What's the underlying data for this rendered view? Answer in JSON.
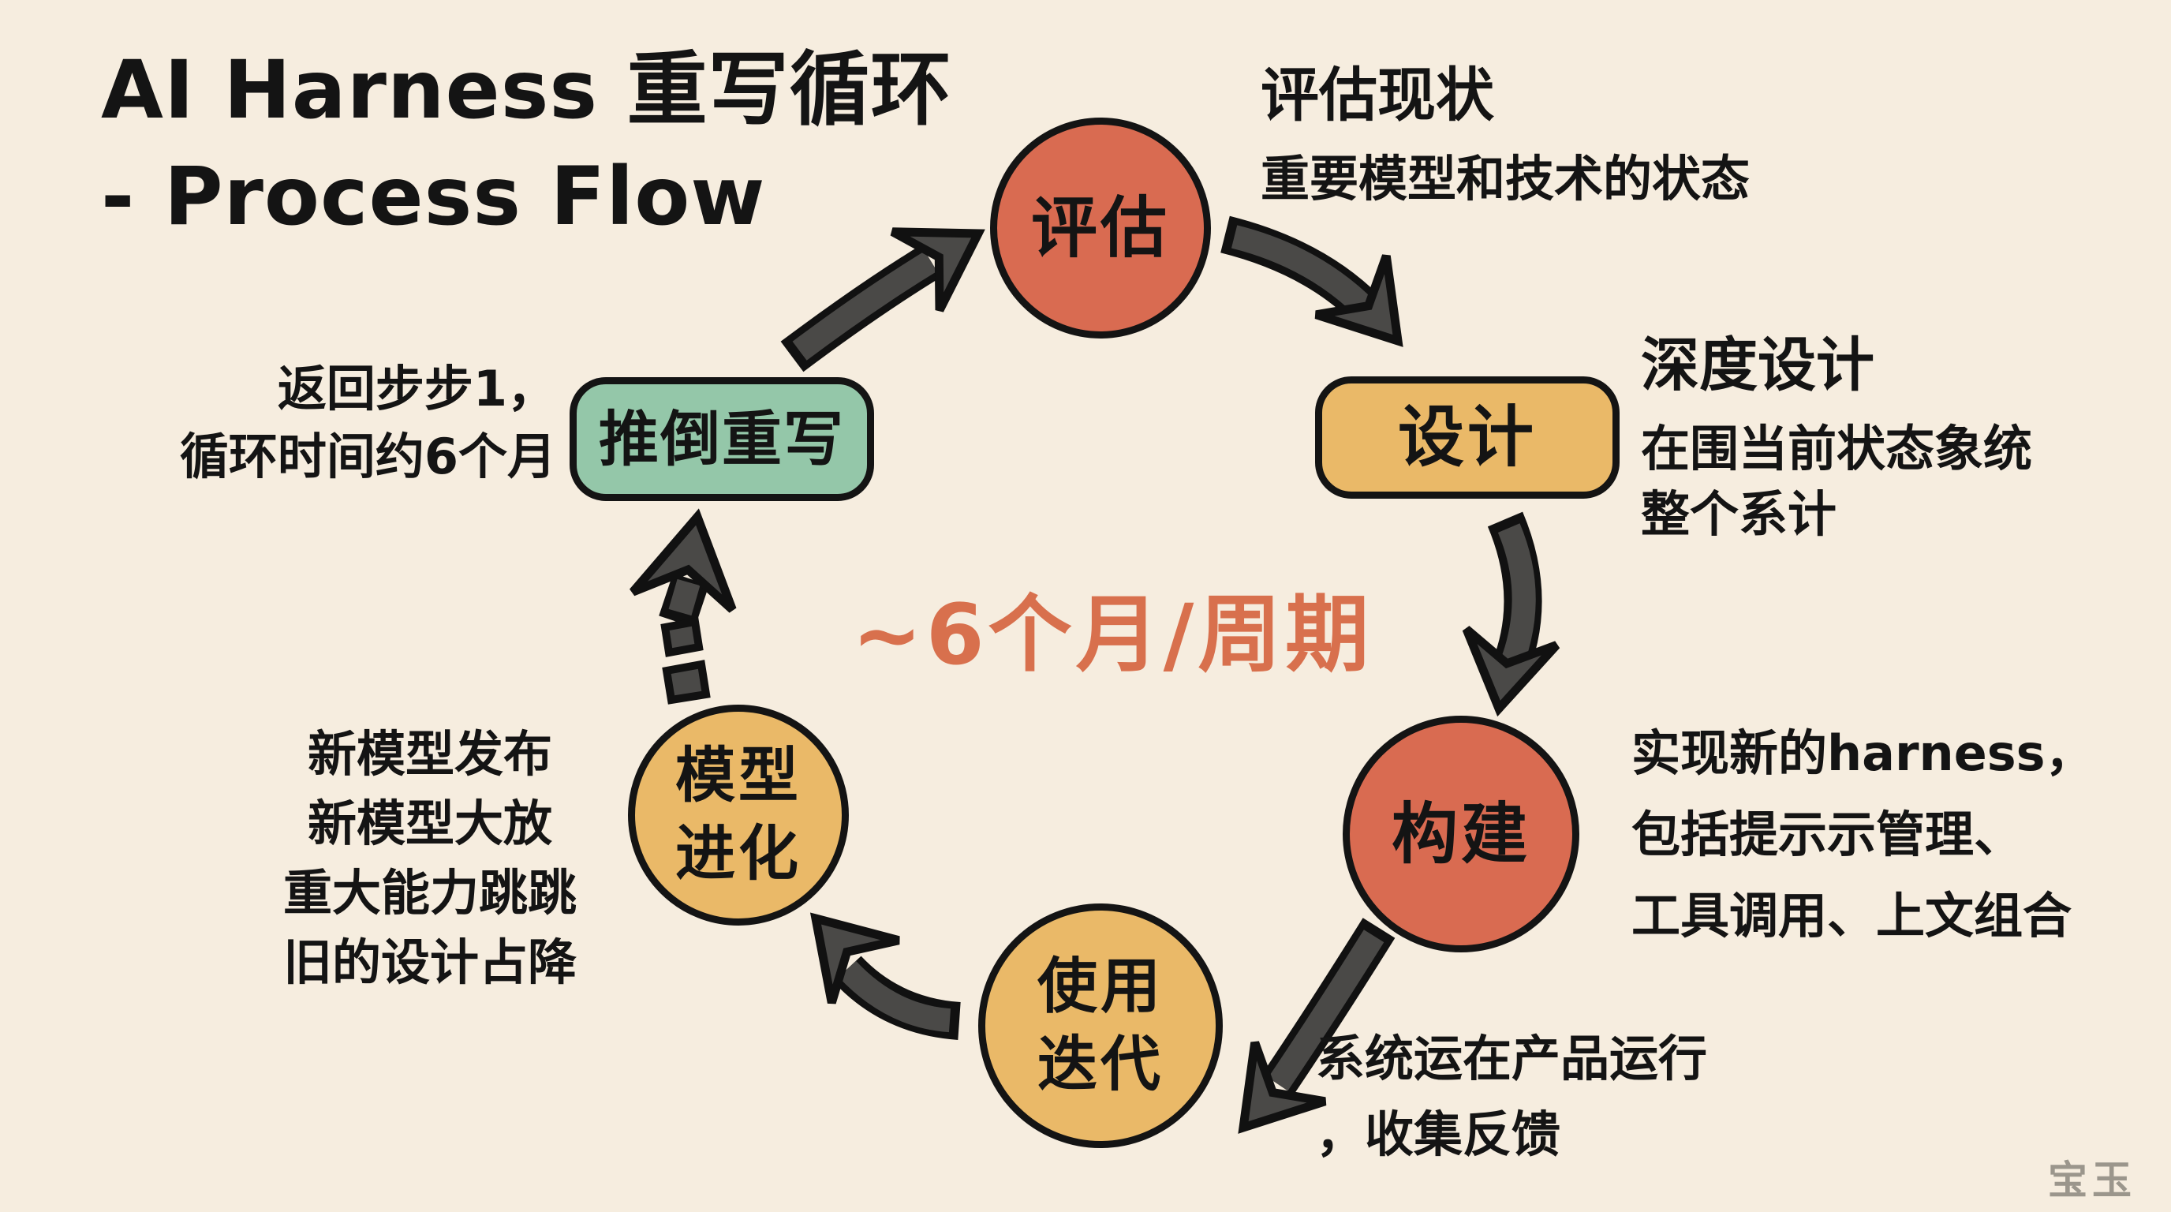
{
  "title": {
    "line1": "AI Harness 重写循环",
    "line2": "- Process Flow"
  },
  "center_label": "~6个月/周期",
  "watermark": "宝玉",
  "nodes": {
    "evaluate": {
      "label": "评估"
    },
    "design": {
      "label": "设计"
    },
    "build": {
      "label": "构建"
    },
    "use_iterate": {
      "line1": "使用",
      "line2": "迭代"
    },
    "model_evolve": {
      "line1": "模型",
      "line2": "进化"
    },
    "rewrite": {
      "label": "推倒重写"
    }
  },
  "annotations": {
    "evaluate": {
      "lines": [
        "评估现状",
        "重要模型和技术的状态"
      ]
    },
    "design": {
      "lines": [
        "深度设计",
        "在围当前状态象统",
        "整个系计"
      ]
    },
    "build": {
      "lines": [
        "实现新的harness，",
        "包括提示示管理、",
        "工具调用、上文组合"
      ]
    },
    "use_iterate": {
      "lines": [
        "系统运在产品运行",
        "，收集反馈"
      ]
    },
    "model_evolve": {
      "lines": [
        "新模型发布",
        "新模型大放",
        "重大能力跳跳",
        "旧的设计占降"
      ]
    },
    "rewrite": {
      "lines": [
        "返回步步1，",
        "循环时间约6个月"
      ]
    }
  },
  "colors": {
    "background": "#f6eddf",
    "node_red": "#d96b51",
    "node_yellow": "#eab968",
    "node_green": "#94c7a9",
    "arrow_fill": "#4a4947",
    "outline": "#141414",
    "accent_orange": "#d8704d",
    "watermark_gray": "#9b968c"
  }
}
